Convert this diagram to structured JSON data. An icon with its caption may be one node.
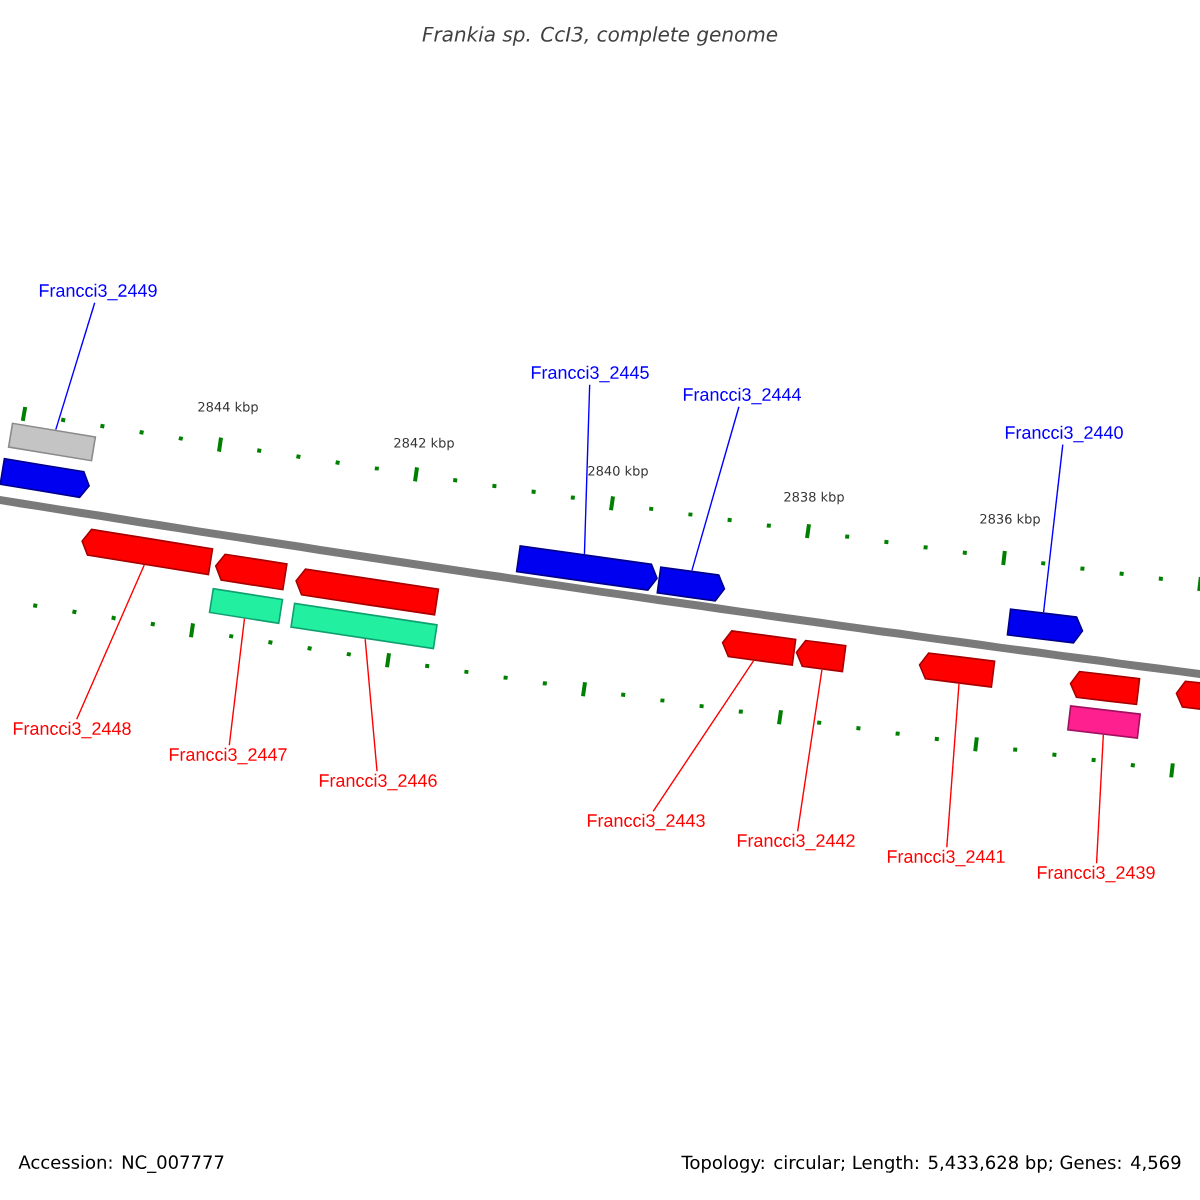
{
  "diagram": {
    "title": "Frankia sp. CcI3, complete genome",
    "nodes": [
      {
        "text": [
          "Francci3_2449"
        ]
      },
      {
        "text": [
          "Francci3_2445"
        ]
      },
      {
        "text": [
          "Francci3_2444"
        ]
      },
      {
        "text": [
          "Francci3_2440"
        ]
      },
      {
        "text": [
          "Francci3_2448"
        ]
      },
      {
        "text": [
          "Francci3_2447"
        ]
      },
      {
        "text": [
          "Francci3_2446"
        ]
      },
      {
        "text": [
          "Francci3_2443"
        ]
      },
      {
        "text": [
          "Francci3_2442"
        ]
      },
      {
        "text": [
          "Francci3_2441"
        ]
      },
      {
        "text": [
          "Francci3_2439"
        ]
      },
      {
        "text": [],
        "shape": "bar"
      },
      {
        "text": [],
        "shape": "arrow"
      },
      {
        "text": [],
        "shape": "arrow"
      },
      {
        "text": [],
        "shape": "arrow"
      },
      {
        "text": [],
        "shape": "bar"
      },
      {
        "text": [],
        "shape": "arrow"
      },
      {
        "text": [],
        "shape": "bar"
      },
      {
        "text": [],
        "shape": "arrow"
      },
      {
        "text": [],
        "shape": "arrow"
      },
      {
        "text": [],
        "shape": "arrow"
      },
      {
        "text": [],
        "shape": "arrow"
      },
      {
        "text": [],
        "shape": "arrow"
      },
      {
        "text": [],
        "shape": "arrow"
      },
      {
        "text": [],
        "shape": "arrow"
      },
      {
        "text": [],
        "shape": "bar"
      },
      {
        "text": [],
        "shape": "arrow"
      }
    ],
    "edges": [
      {
        "from": 0,
        "to": 11,
        "arrow": "none",
        "color": "#0000ff"
      },
      {
        "from": 1,
        "to": 18,
        "arrow": "none",
        "color": "#0000ff"
      },
      {
        "from": 2,
        "to": 19,
        "arrow": "none",
        "color": "#0000ff"
      },
      {
        "from": 3,
        "to": 23,
        "arrow": "none",
        "color": "#0000ff"
      },
      {
        "from": 4,
        "to": 13,
        "arrow": "none"
      },
      {
        "from": 5,
        "to": 15,
        "arrow": "none"
      },
      {
        "from": 6,
        "to": 17,
        "arrow": "none"
      },
      {
        "from": 7,
        "to": 20,
        "arrow": "none"
      },
      {
        "from": 8,
        "to": 21,
        "arrow": "none"
      },
      {
        "from": 9,
        "to": 22,
        "arrow": "none"
      },
      {
        "from": 10,
        "to": 25,
        "arrow": "none"
      }
    ],
    "labels": [
      "2844 kbp",
      "2842 kbp",
      "2840 kbp",
      "2838 kbp",
      "2836 kbp",
      "Accession: NC_007777",
      "Topology: circular; Length: 5,433,628 bp; Genes: 4,569"
    ]
  }
}
